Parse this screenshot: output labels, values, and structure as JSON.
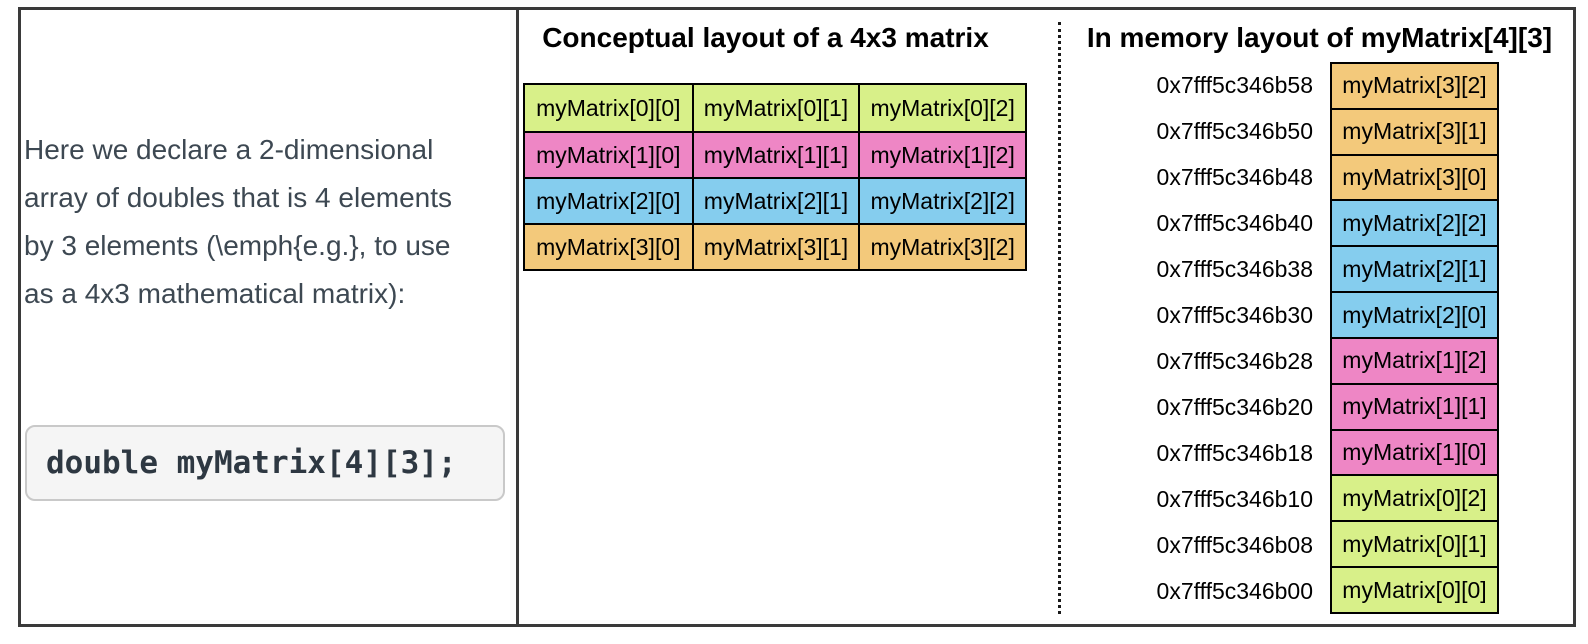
{
  "left_panel": {
    "description_lines": [
      "Here we declare a 2-dimensional",
      "array of doubles that is 4 elements",
      "by 3 elements (\\emph{e.g.}, to use",
      "as a 4x3 mathematical matrix):"
    ],
    "code": "double myMatrix[4][3];"
  },
  "conceptual": {
    "title": "Conceptual layout of a 4x3 matrix",
    "rows": [
      {
        "color": "#d8f089",
        "cells": [
          "myMatrix[0][0]",
          "myMatrix[0][1]",
          "myMatrix[0][2]"
        ]
      },
      {
        "color": "#ee86c5",
        "cells": [
          "myMatrix[1][0]",
          "myMatrix[1][1]",
          "myMatrix[1][2]"
        ]
      },
      {
        "color": "#85cdee",
        "cells": [
          "myMatrix[2][0]",
          "myMatrix[2][1]",
          "myMatrix[2][2]"
        ]
      },
      {
        "color": "#f3c97b",
        "cells": [
          "myMatrix[3][0]",
          "myMatrix[3][1]",
          "myMatrix[3][2]"
        ]
      }
    ]
  },
  "memory": {
    "title": "In memory layout of myMatrix[4][3]",
    "rows": [
      {
        "address": "0x7fff5c346b58",
        "label": "myMatrix[3][2]",
        "color": "#f3c97b"
      },
      {
        "address": "0x7fff5c346b50",
        "label": "myMatrix[3][1]",
        "color": "#f3c97b"
      },
      {
        "address": "0x7fff5c346b48",
        "label": "myMatrix[3][0]",
        "color": "#f3c97b"
      },
      {
        "address": "0x7fff5c346b40",
        "label": "myMatrix[2][2]",
        "color": "#85cdee"
      },
      {
        "address": "0x7fff5c346b38",
        "label": "myMatrix[2][1]",
        "color": "#85cdee"
      },
      {
        "address": "0x7fff5c346b30",
        "label": "myMatrix[2][0]",
        "color": "#85cdee"
      },
      {
        "address": "0x7fff5c346b28",
        "label": "myMatrix[1][2]",
        "color": "#ee86c5"
      },
      {
        "address": "0x7fff5c346b20",
        "label": "myMatrix[1][1]",
        "color": "#ee86c5"
      },
      {
        "address": "0x7fff5c346b18",
        "label": "myMatrix[1][0]",
        "color": "#ee86c5"
      },
      {
        "address": "0x7fff5c346b10",
        "label": "myMatrix[0][2]",
        "color": "#d8f089"
      },
      {
        "address": "0x7fff5c346b08",
        "label": "myMatrix[0][1]",
        "color": "#d8f089"
      },
      {
        "address": "0x7fff5c346b00",
        "label": "myMatrix[0][0]",
        "color": "#d8f089"
      }
    ]
  },
  "colors": {
    "row0_green": "#d8f089",
    "row1_pink": "#ee86c5",
    "row2_blue": "#85cdee",
    "row3_orange": "#f3c97b",
    "frame_border": "#3a3a3a",
    "body_text": "#3d4852"
  }
}
